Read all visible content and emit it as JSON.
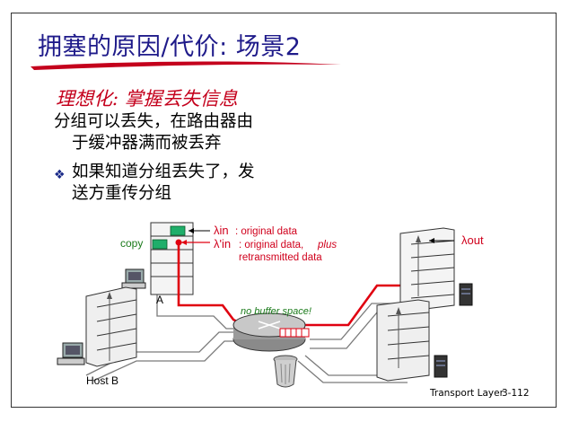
{
  "slide": {
    "title": "拥塞的原因/代价: 场景2",
    "subtitle": "理想化: 掌握丢失信息",
    "line1": "分组可以丢失，在路由器由",
    "line2": "于缓冲器满而被丢弃",
    "bullet_line1": "如果知道分组丢失了，发",
    "bullet_line2": "送方重传分组",
    "bullet_symbol": "❖"
  },
  "diagram": {
    "lambda_in_label": "λin",
    "lambda_in_desc": ": original data",
    "lambda_prime_in_label": "λ'in",
    "lambda_prime_desc_1": ": original data,",
    "lambda_prime_desc_plus": "plus",
    "lambda_prime_desc_2": "retransmitted data",
    "lambda_out_label": "λout",
    "copy_label": "copy",
    "host_a_label": "A",
    "host_b_label": "Host B",
    "router_label": "no buffer space!"
  },
  "footer": {
    "label": "Transport Layer",
    "page": "3-112"
  },
  "colors": {
    "title": "#1f1b8a",
    "red": "#d0001c",
    "green_text": "#1a7a1a",
    "packet_green": "#1fae6a"
  }
}
